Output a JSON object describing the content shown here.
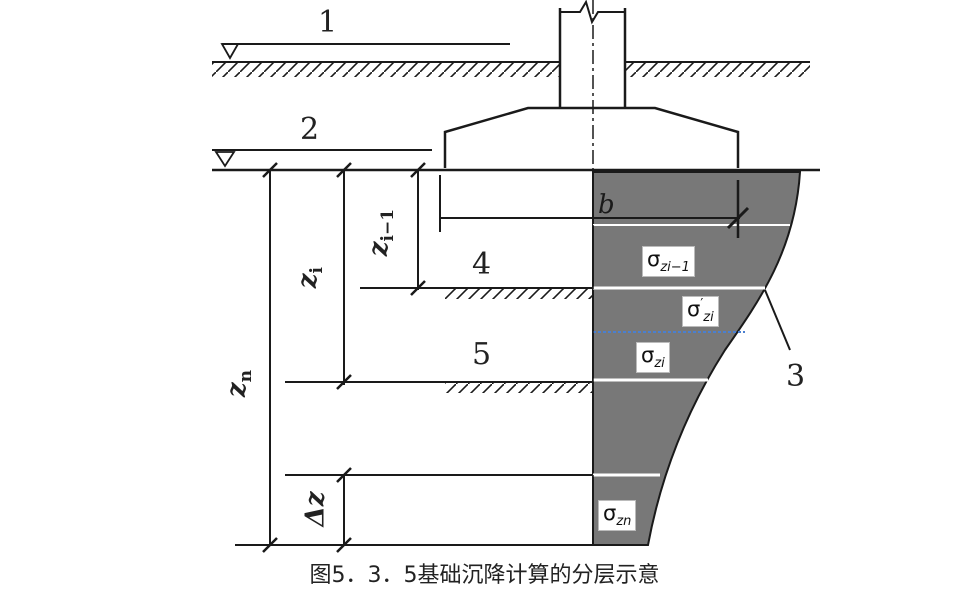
{
  "labels": {
    "n1": "1",
    "n2": "2",
    "n3": "3",
    "n4": "4",
    "n5": "5",
    "b": "b"
  },
  "dims": {
    "z_im1_base": "z",
    "z_im1_sub": "i−1",
    "z_i_base": "z",
    "z_i_sub": "i",
    "z_n_base": "z",
    "z_n_sub": "n",
    "dz": "Δz"
  },
  "stress": {
    "s1_base": "σ",
    "s1_sub": "zi−1",
    "s2_base": "σ",
    "s2_sup": "′",
    "s2_sub": "zi",
    "s3_base": "σ",
    "s3_sub": "zi",
    "s4_base": "σ",
    "s4_sub": "zn"
  },
  "caption": "图5．3．5基础沉降计算的分层示意",
  "colors": {
    "ink": "#1a1a1a",
    "fill": "#787878",
    "dashed": "#4a7fd0"
  }
}
